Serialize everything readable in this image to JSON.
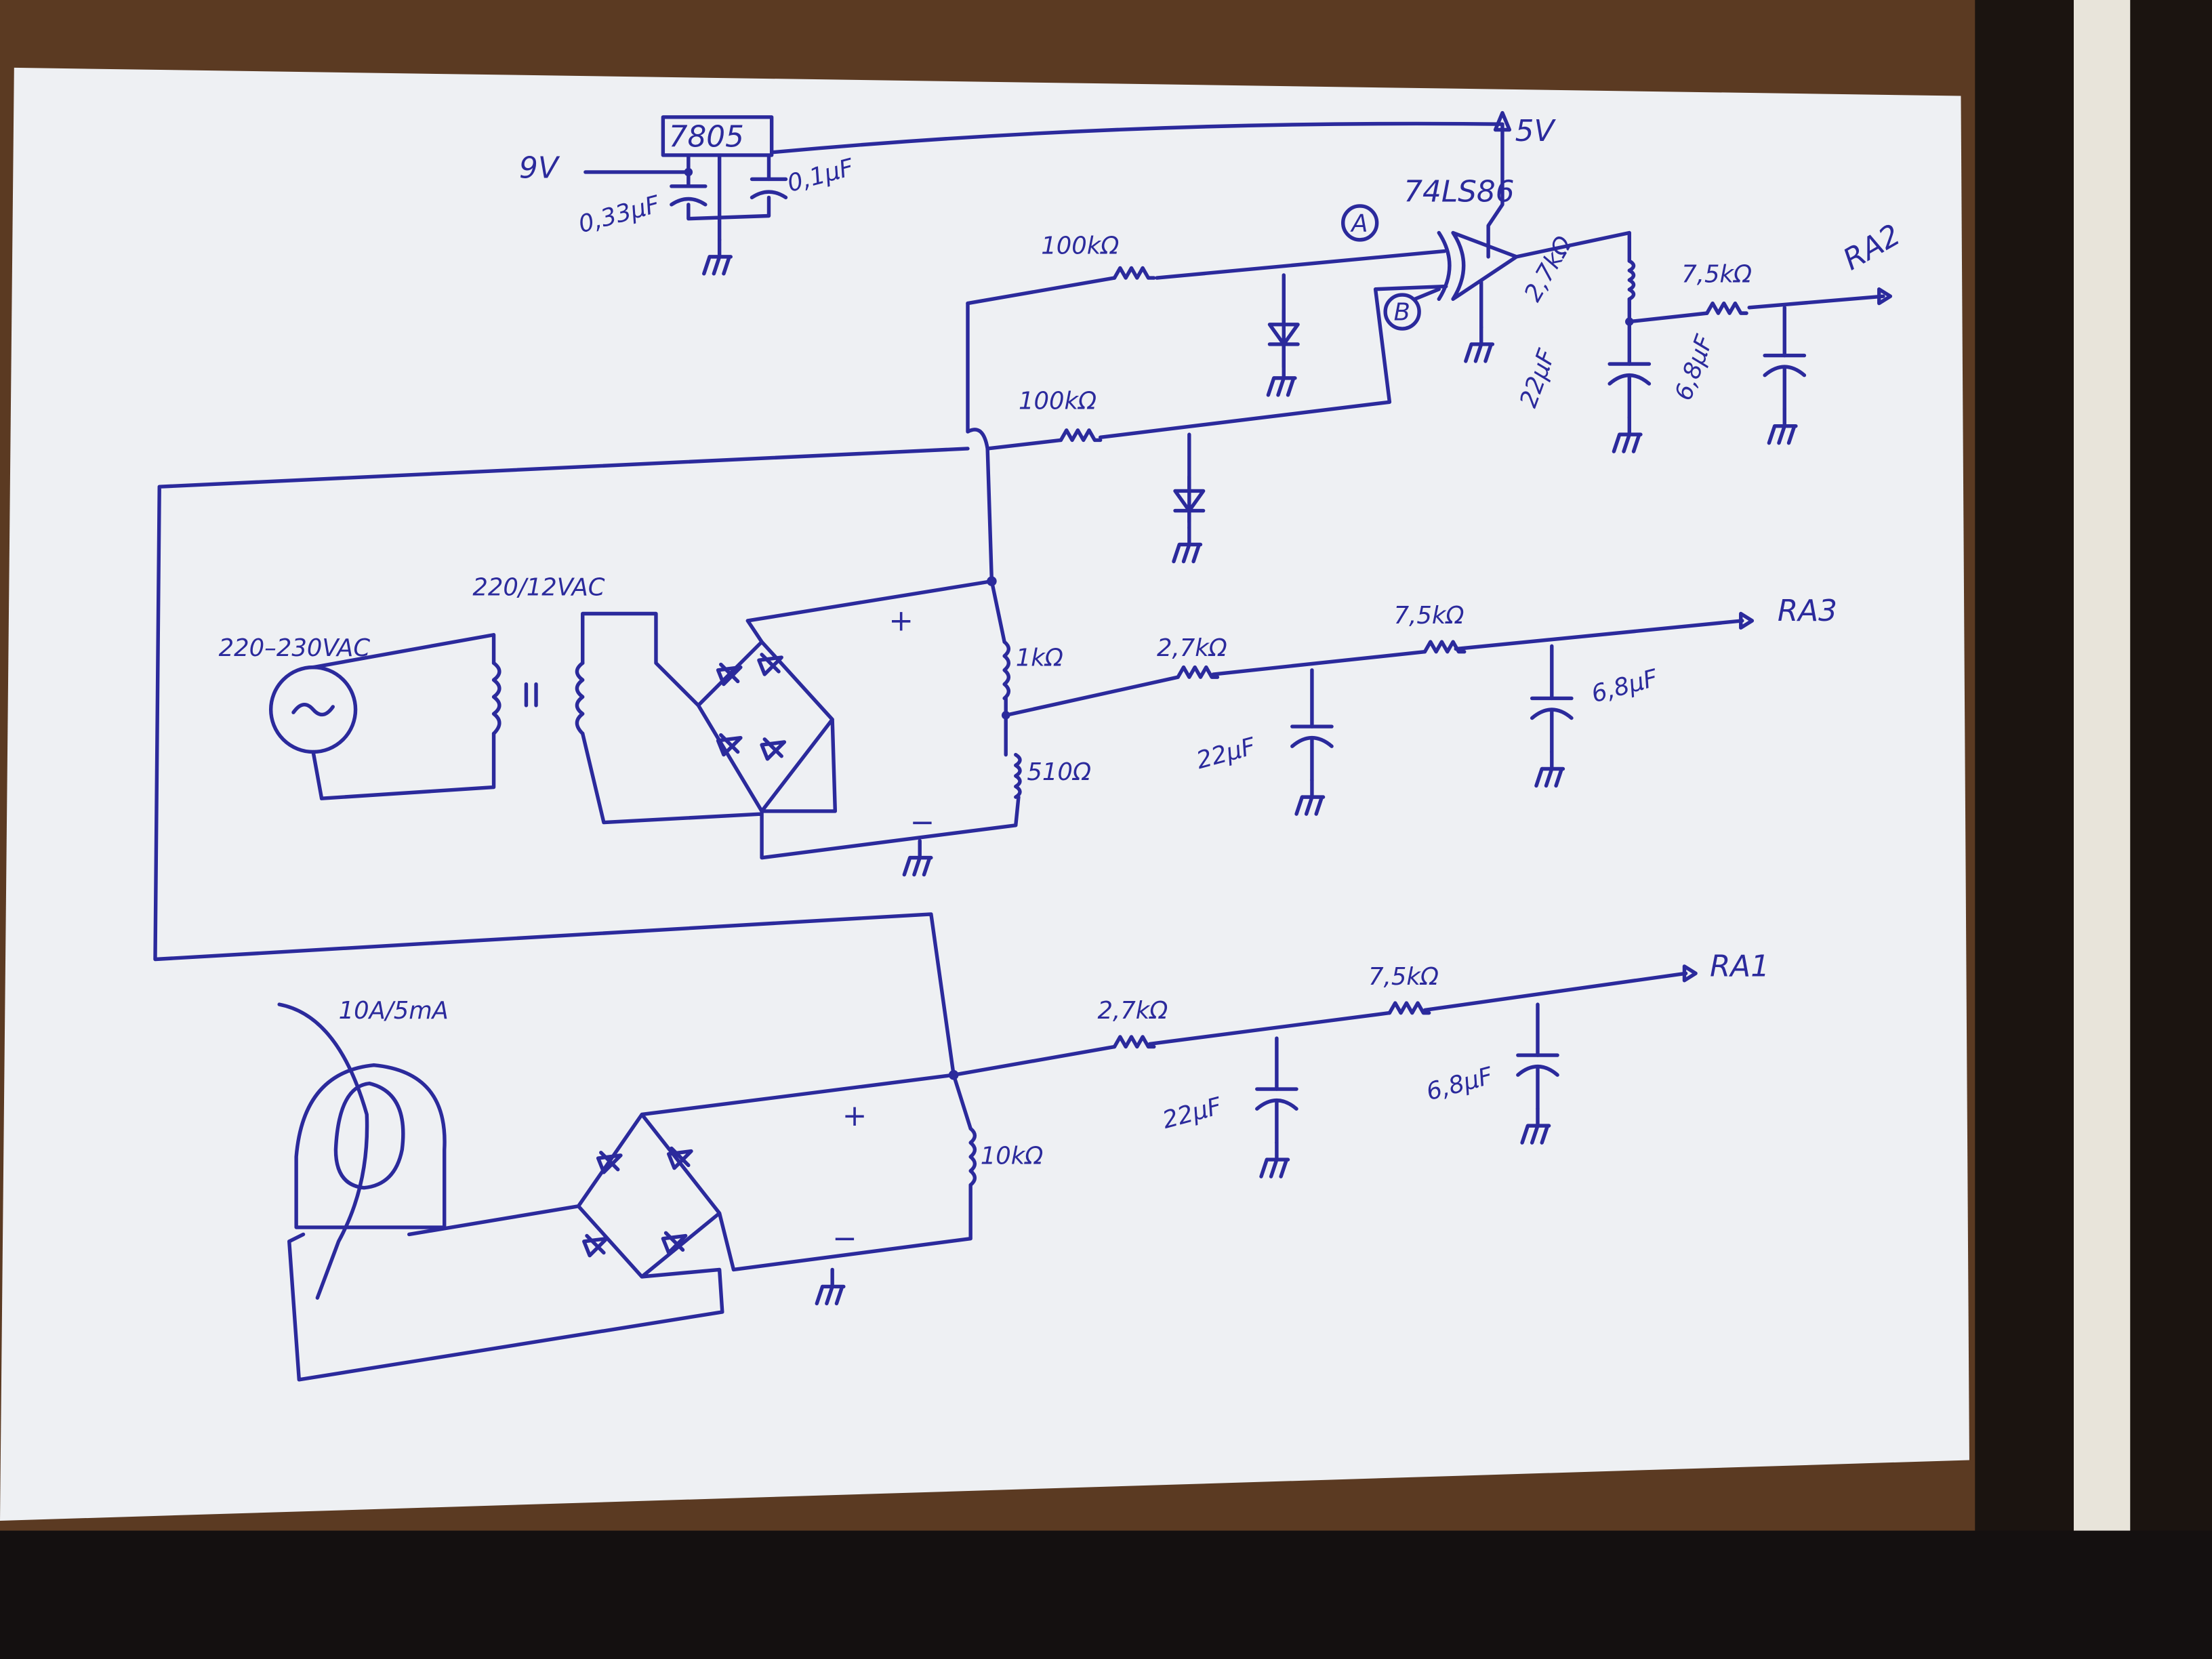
{
  "regulator": {
    "input": "9V",
    "chip": "7805",
    "cap_in": "0,33µF",
    "cap_out": "0,1µF",
    "output": "5V"
  },
  "gate": {
    "chip": "74LS86",
    "input_a": "A",
    "input_b": "B"
  },
  "zero_cross": {
    "r_top": "100kΩ",
    "r_bottom": "100kΩ"
  },
  "ra2_filter": {
    "r1": "2,7kΩ",
    "r2": "7,5kΩ",
    "c1": "22µF",
    "c2": "6,8µF",
    "output": "RA2"
  },
  "mains": {
    "source": "220–230VAC",
    "transformer": "220/12VAC",
    "plus": "+",
    "minus": "−"
  },
  "voltage_sense": {
    "r_top": "1kΩ",
    "r_bottom": "510Ω",
    "r1": "2,7kΩ",
    "r2": "7,5kΩ",
    "c1": "22µF",
    "c2": "6,8µF",
    "output": "RA3"
  },
  "current_sense": {
    "ct": "10A/5mA",
    "burden": "10kΩ",
    "plus": "+",
    "minus": "−",
    "r1": "2,7kΩ",
    "r2": "7,5kΩ",
    "c1": "22µF",
    "c2": "6,8µF",
    "output": "RA1"
  },
  "colors": {
    "ink": "#2b2a9c",
    "paper": "#f1f2f4",
    "wood": "#5b3a22"
  }
}
